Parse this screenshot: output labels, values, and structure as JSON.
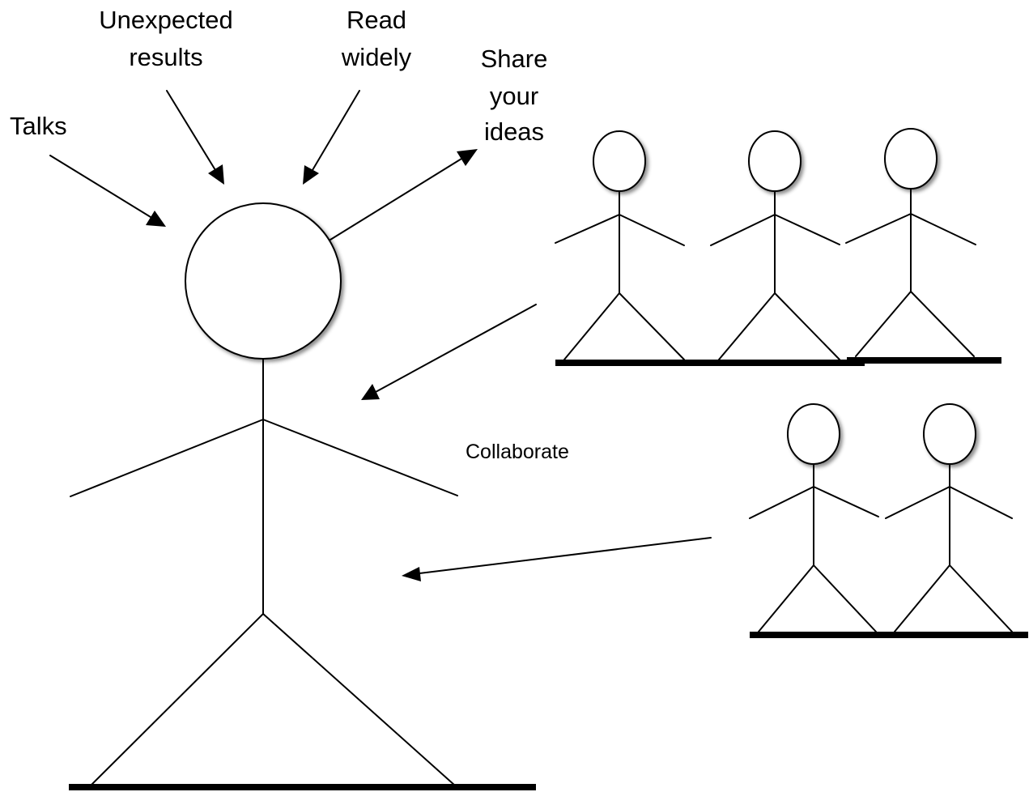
{
  "labels": {
    "talks": "Talks",
    "unexpected_line1": "Unexpected",
    "unexpected_line2": "results",
    "read_line1": "Read",
    "read_line2": "widely",
    "share_line1": "Share",
    "share_line2": "your",
    "share_line3": "ideas",
    "collaborate": "Collaborate"
  },
  "colors": {
    "ink": "#000000",
    "background": "#ffffff"
  }
}
